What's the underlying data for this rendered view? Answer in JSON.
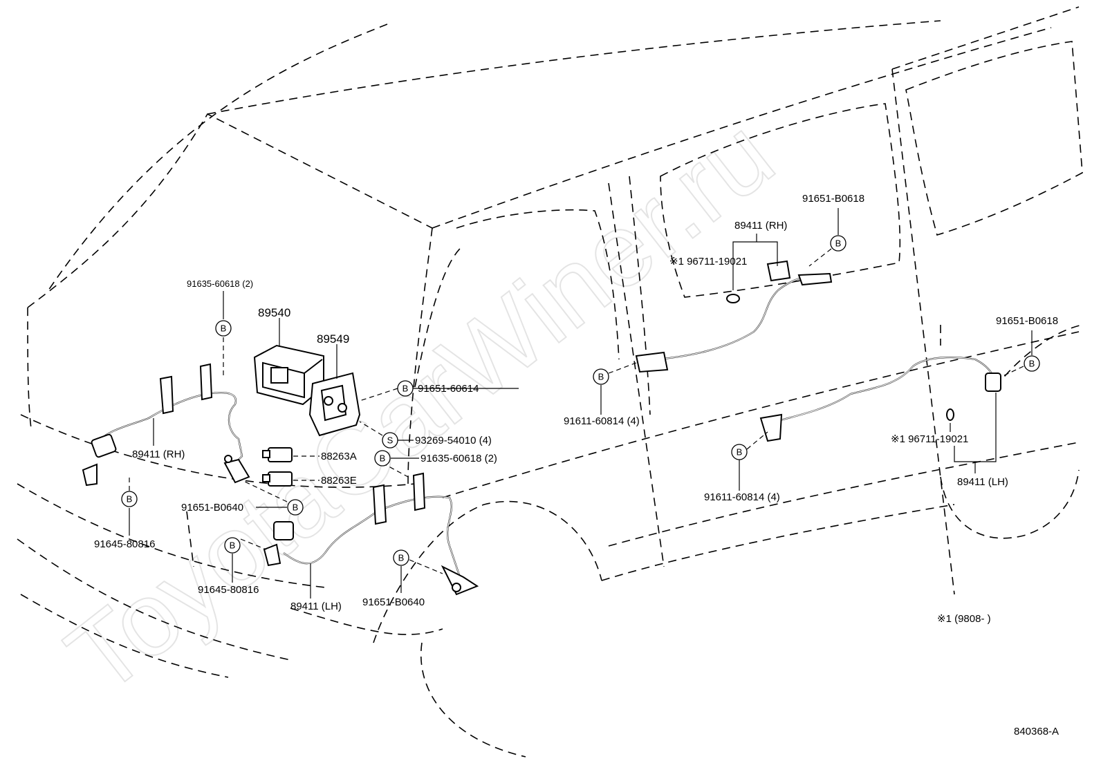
{
  "diagram": {
    "watermark": "ToyotaCarWiner.ru",
    "figure_number": "840368-A",
    "note": "※1 (9808-    )",
    "labels": {
      "p91635_top": "91635-60618 (2)",
      "p89540": "89540",
      "p89549": "89549",
      "p91651_60614": "91651-60614",
      "p93269": "93269-54010 (4)",
      "p88263a": "88263A",
      "p88263e": "88263E",
      "p91635_mid": "91635-60618 (2)",
      "p89411_rh_front": "89411 (RH)",
      "p91651_b0640_a": "91651-B0640",
      "p91645_80816_a": "91645-80816",
      "p91645_80816_b": "91645-80816",
      "p89411_lh_front": "89411 (LH)",
      "p91651_b0640_b": "91651-B0640",
      "p91611_60814_a": "91611-60814 (4)",
      "p91611_60814_b": "91611-60814 (4)",
      "p91651_b0618_top": "91651-B0618",
      "p89411_rh_rear": "89411 (RH)",
      "p96711_top": "※1 96711-19021",
      "p91651_b0618_right": "91651-B0618",
      "p96711_bottom": "※1 96711-19021",
      "p89411_lh_rear": "89411 (LH)"
    },
    "bolt_symbols": {
      "bolt": "B",
      "screw": "S"
    }
  }
}
